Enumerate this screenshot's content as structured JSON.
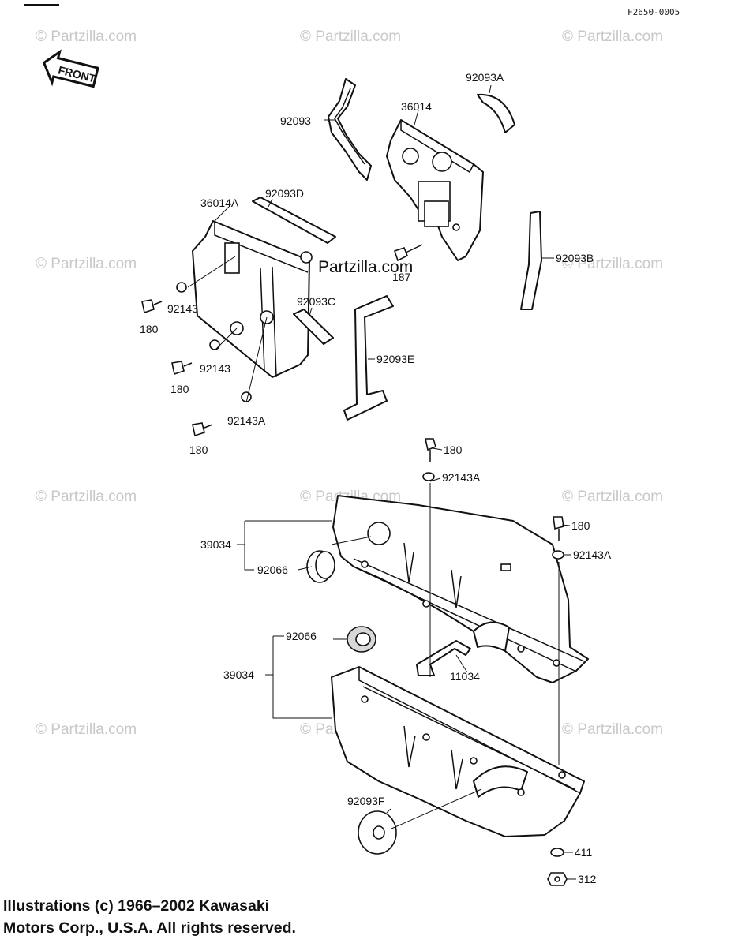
{
  "diagram": {
    "code": "F2650-0005",
    "front_tag": "FRONT",
    "watermark": "© Partzilla.com",
    "center_watermark": "Partzilla.com",
    "labels": {
      "p92093": "92093",
      "p92093A": "92093A",
      "p36014": "36014",
      "p36014A": "36014A",
      "p92093D": "92093D",
      "p92093B": "92093B",
      "p187": "187",
      "p92143_1": "92143",
      "p180_1": "180",
      "p92093C": "92093C",
      "p92143_2": "92143",
      "p180_2": "180",
      "p92093E": "92093E",
      "p92143A_1": "92143A",
      "p180_3": "180",
      "p180_4": "180",
      "p92143A_2": "92143A",
      "p180_5": "180",
      "p92143A_3": "92143A",
      "p39034_1": "39034",
      "p92066_1": "92066",
      "p92066_2": "92066",
      "p39034_2": "39034",
      "p11034": "11034",
      "p92093F": "92093F",
      "p411": "411",
      "p312": "312"
    }
  },
  "copyright": {
    "line1": "Illustrations (c) 1966–2002 Kawasaki",
    "line2": "Motors Corp., U.S.A.  All rights reserved."
  }
}
